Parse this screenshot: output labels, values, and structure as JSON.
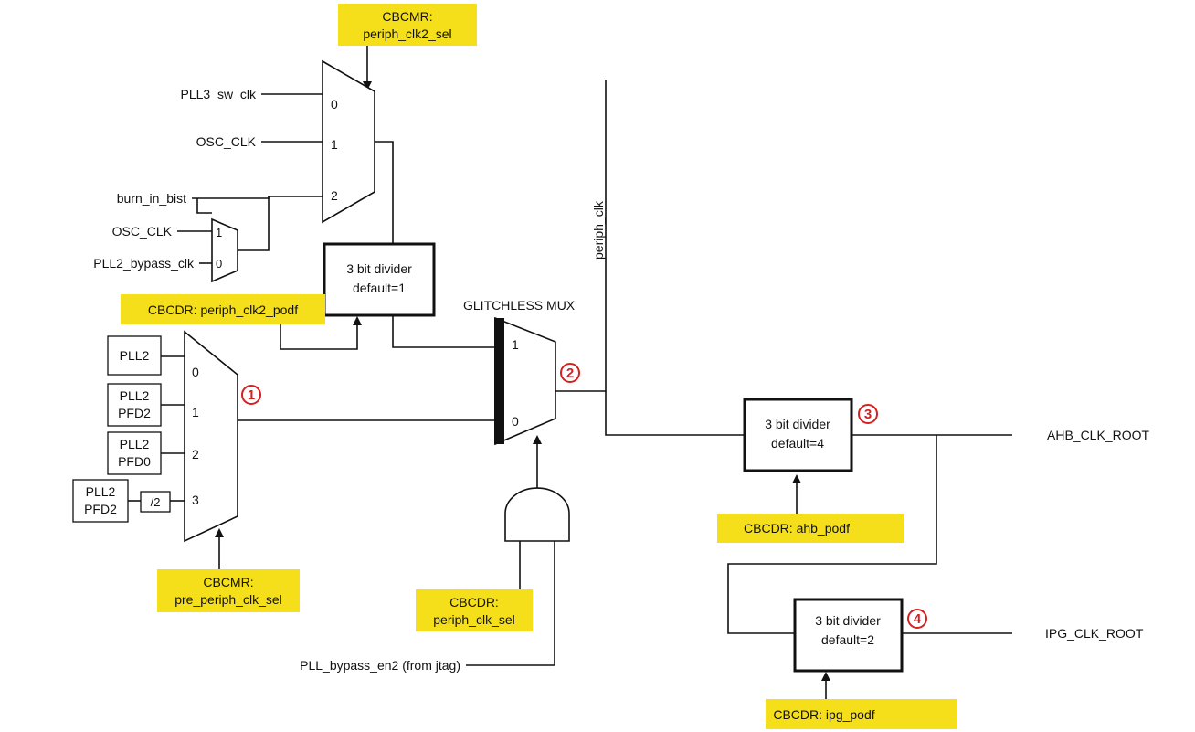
{
  "registers": {
    "periph_clk2_sel": [
      "CBCMR:",
      "periph_clk2_sel"
    ],
    "periph_clk2_podf": "CBCDR: periph_clk2_podf",
    "pre_periph_clk_sel": [
      "CBCMR:",
      "pre_periph_clk_sel"
    ],
    "periph_clk_sel": [
      "CBCDR:",
      "periph_clk_sel"
    ],
    "ahb_podf": "CBCDR: ahb_podf",
    "ipg_podf": "CBCDR: ipg_podf"
  },
  "inputs": {
    "pll3_sw_clk": "PLL3_sw_clk",
    "osc_clk_a": "OSC_CLK",
    "burn_in_bist": "burn_in_bist",
    "osc_clk_b": "OSC_CLK",
    "pll2_bypass_clk": "PLL2_bypass_clk",
    "pll_bypass_en2": "PLL_bypass_en2 (from jtag)"
  },
  "sources": {
    "pll2": [
      "PLL2"
    ],
    "pll2_pfd2": [
      "PLL2",
      "PFD2"
    ],
    "pll2_pfd0": [
      "PLL2",
      "PFD0"
    ],
    "pll2_pfd2_b": [
      "PLL2",
      "PFD2"
    ],
    "div2": "/2"
  },
  "mux_ports": {
    "mux_top": [
      "0",
      "1",
      "2"
    ],
    "mux_small": [
      "1",
      "0"
    ],
    "mux_pre": [
      "0",
      "1",
      "2",
      "3"
    ],
    "mux_glitch": [
      "1",
      "0"
    ]
  },
  "dividers": {
    "periph_clk2": [
      "3 bit divider",
      "default=1"
    ],
    "ahb": [
      "3 bit divider",
      "default=4"
    ],
    "ipg": [
      "3 bit divider",
      "default=2"
    ]
  },
  "labels": {
    "glitchless_mux": "GLITCHLESS MUX",
    "periph_clk": "periph_clk",
    "ahb_clk_root": "AHB_CLK_ROOT",
    "ipg_clk_root": "IPG_CLK_ROOT"
  },
  "markers": [
    "1",
    "2",
    "3",
    "4"
  ],
  "colors": {
    "register_fill": "#f5df1a",
    "marker": "#d42020",
    "line": "#111111"
  }
}
